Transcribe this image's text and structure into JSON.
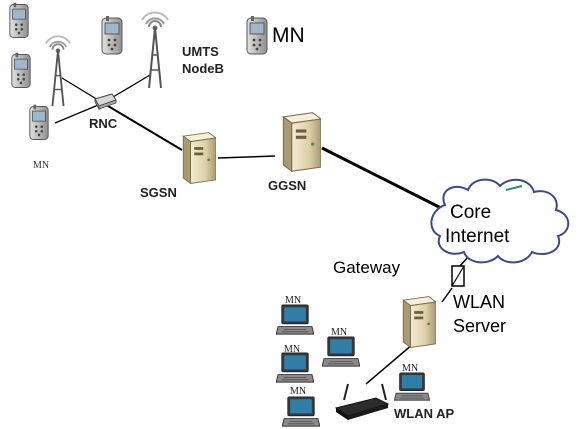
{
  "labels": {
    "mn_top": "MN",
    "umts_line1": "UMTS",
    "umts_line2": "NodeB",
    "rnc": "RNC",
    "mn_small_left": "MN",
    "sgsn": "SGSN",
    "ggsn": "GGSN",
    "core_line1": "Core",
    "core_line2": "Internet",
    "gateway": "Gateway",
    "wlan_server_line1": "WLAN",
    "wlan_server_line2": "Server",
    "wlan_ap": "WLAN AP",
    "laptop_mn_1": "MN",
    "laptop_mn_2": "MN",
    "laptop_mn_3": "MN",
    "laptop_mn_4": "MN",
    "laptop_mn_5": "MN"
  },
  "colors": {
    "line": "#000000",
    "cloud_fill": "#ffffff",
    "cloud_stroke": "#3a4a8a",
    "server_fill": "#e6d9b8",
    "server_shade": "#a89a72",
    "screen": "#2f7fa8",
    "phone_body": "#b8b8b8",
    "accent_teal": "#1f8f7a"
  }
}
